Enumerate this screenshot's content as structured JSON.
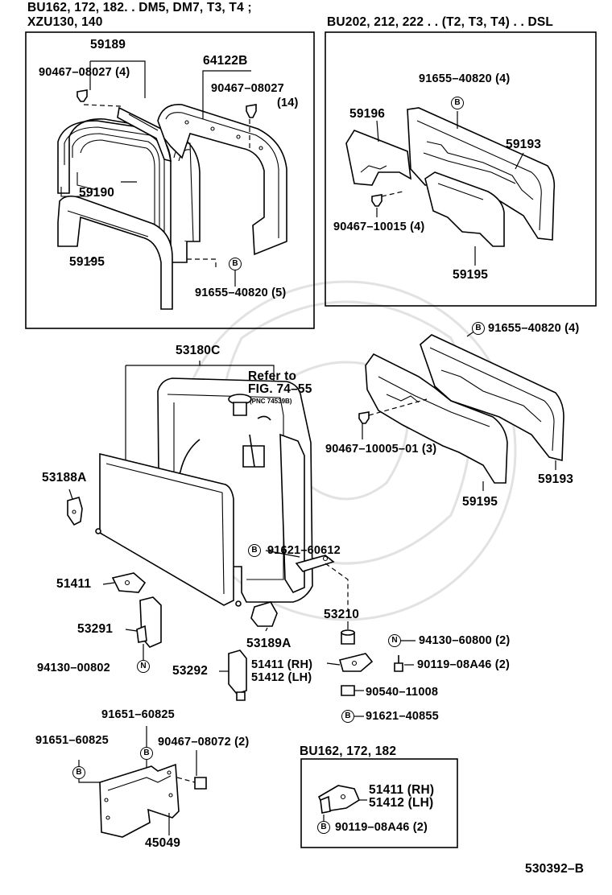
{
  "header": {
    "left_title_line1": "BU162, 172, 182. . DM5, DM7, T3, T4 ;",
    "left_title_line2": "XZU130, 140",
    "right_title": "BU202, 212, 222 . . (T2, T3, T4) . . DSL"
  },
  "symbols": {
    "bolt": "B",
    "nut": "N"
  },
  "callouts": {
    "p59189": "59189",
    "p90467_08027_4": "90467–08027 (4)",
    "p64122B": "64122B",
    "p90467_08027_a": "90467–08027",
    "p90467_08027_b": "(14)",
    "p59190": "59190",
    "p59195_a": "59195",
    "p91655_40820_5": "91655–40820 (5)",
    "p91655_40820_4a": "91655–40820 (4)",
    "p59196": "59196",
    "p59193_a": "59193",
    "p90467_10015_4": "90467–10015 (4)",
    "p59195_b": "59195",
    "p53180C": "53180C",
    "refer_line1": "Refer to",
    "refer_line2": "FIG. 74–55",
    "refer_line3": "(PNC 74539B)",
    "p91655_40820_4b": "91655–40820 (4)",
    "p90467_10005_01_3": "90467–10005–01 (3)",
    "p59195_c": "59195",
    "p59193_b": "59193",
    "p53188A": "53188A",
    "p91621_60612": "91621–60612",
    "p51411_a": "51411",
    "p53210": "53210",
    "p53291": "53291",
    "p53189A": "53189A",
    "p94130_60800_2": "94130–60800 (2)",
    "p94130_00802": "94130–00802",
    "p53292": "53292",
    "p51411_rh": "51411 (RH)",
    "p51412_lh": "51412 (LH)",
    "p90119_08A46_2a": "90119–08A46 (2)",
    "p90540_11008": "90540–11008",
    "p91621_40855": "91621–40855",
    "p91651_60825_a": "91651–60825",
    "p91651_60825_b": "91651–60825",
    "p90467_08072_2": "90467–08072 (2)",
    "p45049": "45049",
    "inset_title": "BU162, 172, 182",
    "inset_51411_rh": "51411 (RH)",
    "inset_51412_lh": "51412 (LH)",
    "inset_90119_08A46_2": "90119–08A46 (2)",
    "figure_number": "530392–B"
  }
}
